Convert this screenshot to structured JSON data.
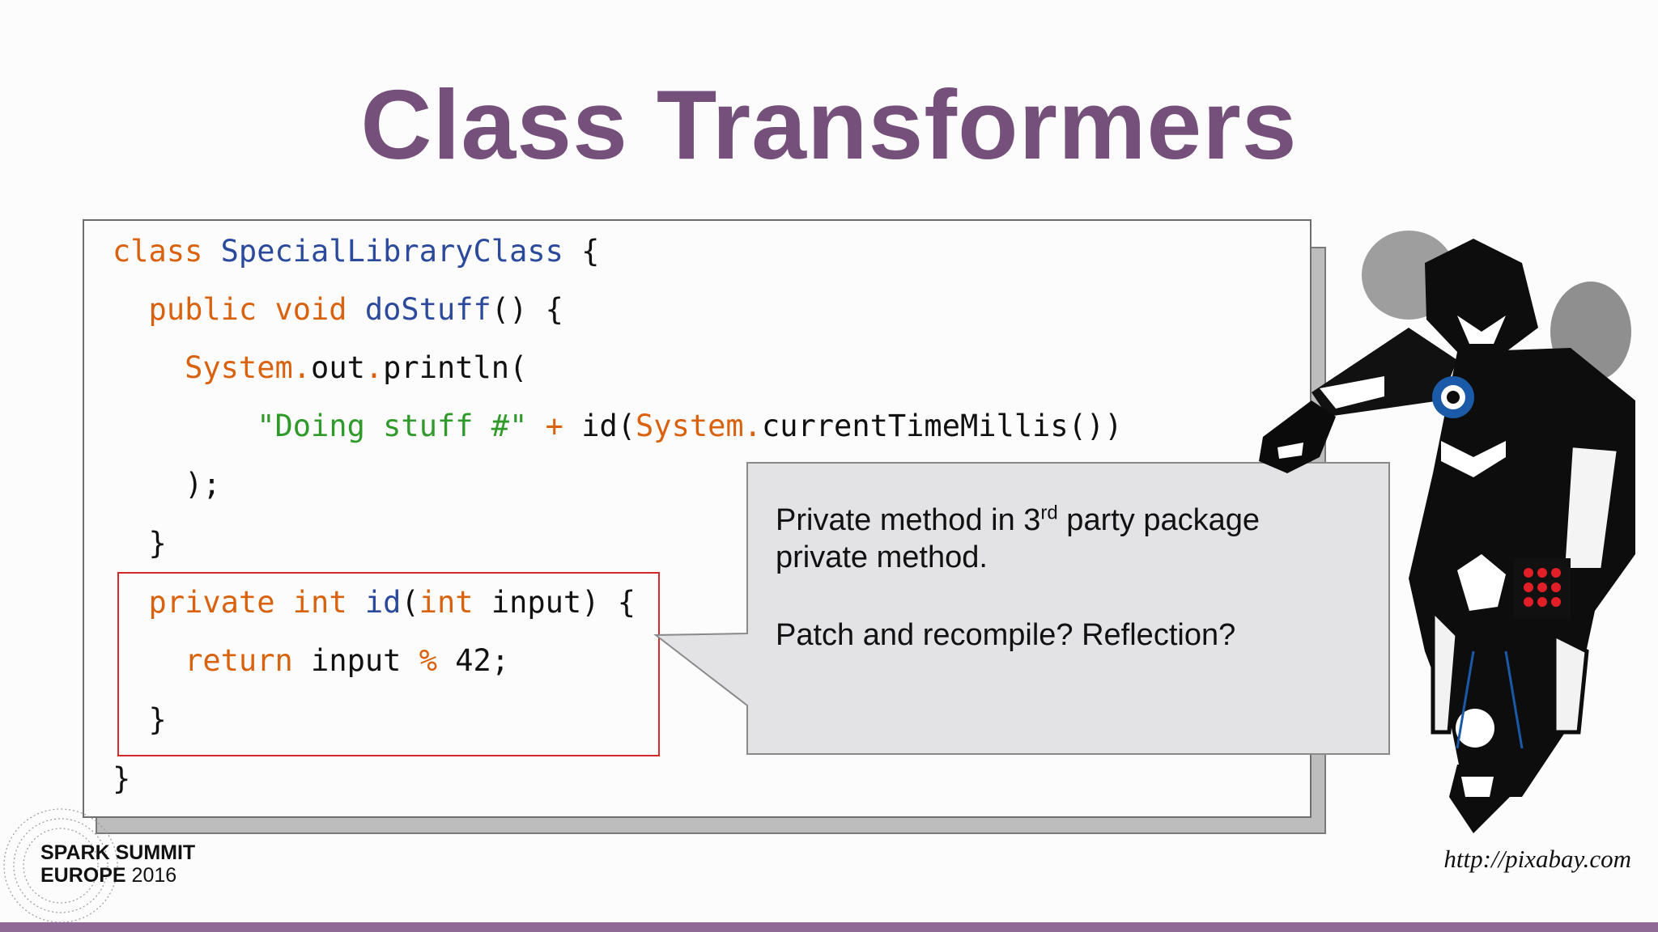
{
  "slide": {
    "title": "Class Transformers",
    "code_lines": [
      [
        {
          "t": "class ",
          "c": "kw"
        },
        {
          "t": "SpecialLibraryClass",
          "c": "ty"
        },
        {
          "t": " {",
          "c": ""
        }
      ],
      [
        {
          "t": "  public ",
          "c": "kw"
        },
        {
          "t": "void ",
          "c": "kw"
        },
        {
          "t": "doStuff",
          "c": "ty"
        },
        {
          "t": "() {",
          "c": ""
        }
      ],
      [
        {
          "t": "    System",
          "c": "kw"
        },
        {
          "t": ".",
          "c": "kw"
        },
        {
          "t": "out",
          "c": ""
        },
        {
          "t": ".",
          "c": "kw"
        },
        {
          "t": "println(",
          "c": ""
        }
      ],
      [
        {
          "t": "        ",
          "c": ""
        },
        {
          "t": "\"Doing stuff #\"",
          "c": "str"
        },
        {
          "t": " + ",
          "c": "kw"
        },
        {
          "t": "id(",
          "c": ""
        },
        {
          "t": "System",
          "c": "kw"
        },
        {
          "t": ".",
          "c": "kw"
        },
        {
          "t": "currentTimeMillis())",
          "c": ""
        }
      ],
      [
        {
          "t": "    );",
          "c": ""
        }
      ],
      [
        {
          "t": "  }",
          "c": ""
        }
      ],
      [
        {
          "t": "  private ",
          "c": "kw"
        },
        {
          "t": "int ",
          "c": "kw"
        },
        {
          "t": "id",
          "c": "ty"
        },
        {
          "t": "(",
          "c": ""
        },
        {
          "t": "int ",
          "c": "kw"
        },
        {
          "t": "input) {",
          "c": ""
        }
      ],
      [
        {
          "t": "    return ",
          "c": "kw"
        },
        {
          "t": "input ",
          "c": ""
        },
        {
          "t": "% ",
          "c": "kw"
        },
        {
          "t": "42;",
          "c": ""
        }
      ],
      [
        {
          "t": "  }",
          "c": ""
        }
      ],
      [
        {
          "t": "}",
          "c": ""
        }
      ]
    ],
    "callout": {
      "line1_pre": "Private method in 3",
      "line1_sup": "rd",
      "line1_post": " party package",
      "line2": "private method.",
      "line3": "Patch and recompile? Reflection?"
    },
    "logo": {
      "line1": "SPARK SUMMIT",
      "line2": "EUROPE",
      "year": "2016"
    },
    "credit": "http://pixabay.com",
    "colors": {
      "title": "#74507a",
      "keyword": "#d9620e",
      "type": "#2b4a9c",
      "string": "#2f9a2a",
      "highlight": "#d62a2a",
      "footer": "#8e6a94"
    }
  }
}
